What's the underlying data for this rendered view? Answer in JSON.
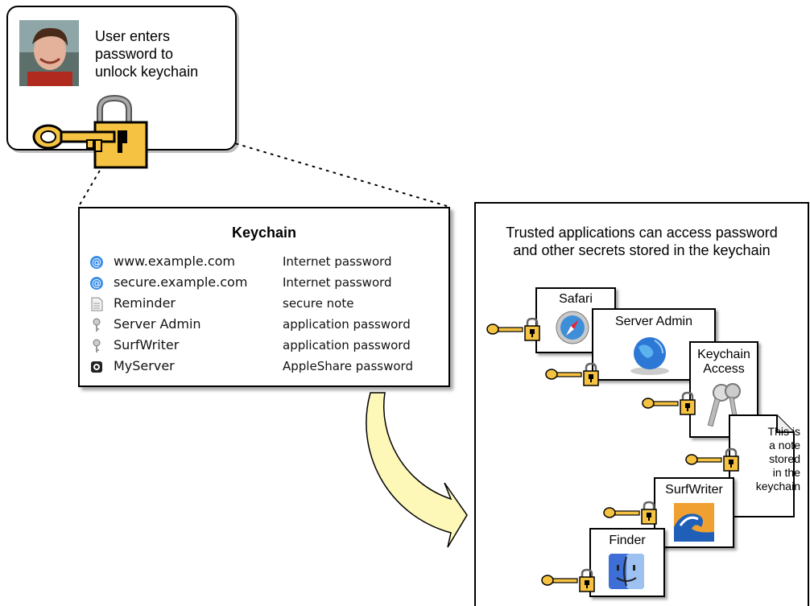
{
  "user_panel": {
    "text_lines": [
      "User enters",
      "password to",
      "unlock keychain"
    ]
  },
  "keychain": {
    "title": "Keychain",
    "items": [
      {
        "icon": "at-sign-icon",
        "name": "www.example.com",
        "kind": "Internet password"
      },
      {
        "icon": "at-sign-icon",
        "name": "secure.example.com",
        "kind": "Internet password"
      },
      {
        "icon": "note-document-icon",
        "name": "Reminder",
        "kind": "secure note"
      },
      {
        "icon": "key-icon",
        "name": "Server Admin",
        "kind": "application password"
      },
      {
        "icon": "key-icon",
        "name": "SurfWriter",
        "kind": "application password"
      },
      {
        "icon": "appleshare-server-icon",
        "name": "MyServer",
        "kind": "AppleShare password"
      }
    ]
  },
  "apps_panel": {
    "caption_lines": [
      "Trusted applications can access password",
      "and other secrets stored in the keychain"
    ],
    "apps": [
      {
        "name": "Safari",
        "icon": "safari-compass-icon"
      },
      {
        "name": "Server Admin",
        "icon": "globe-icon"
      },
      {
        "name_lines": [
          "Keychain",
          "Access"
        ],
        "icon": "keys-icon"
      },
      {
        "name": "SurfWriter",
        "icon": "wave-icon"
      },
      {
        "name": "Finder",
        "icon": "finder-face-icon"
      }
    ],
    "note_lines": [
      "This is",
      "a note",
      "stored",
      "in the",
      "keychain"
    ]
  },
  "colors": {
    "lock_gold": "#f5c242",
    "key_gold": "#f5c242",
    "arrow_fill": "#fdf7b8"
  }
}
